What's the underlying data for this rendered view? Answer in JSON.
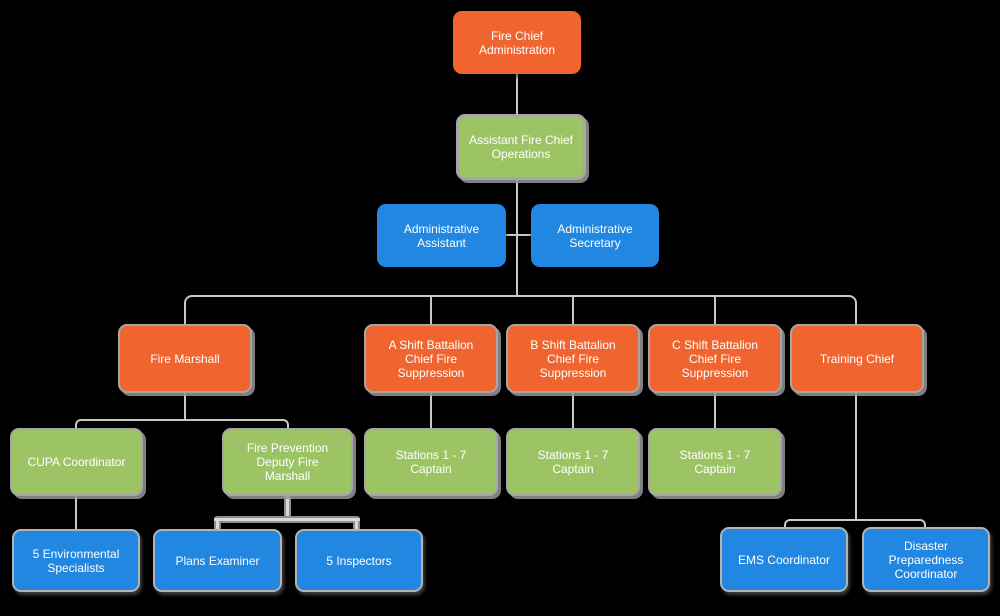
{
  "diagram": {
    "type": "org-chart",
    "background": "#000000",
    "palette": {
      "orange": "#F0652F",
      "green": "#9DC464",
      "blue": "#2187E0",
      "connector": "#C8C8C8",
      "connector_thick": "#8E8E8E",
      "node_border": "#A6A6A6",
      "text": "#FFFFFF"
    },
    "nodes": [
      {
        "id": "fire-chief",
        "label": "Fire Chief\nAdministration",
        "color": "orange",
        "reports_to": null
      },
      {
        "id": "assistant-fire-chief",
        "label": "Assistant Fire Chief\nOperations",
        "color": "green",
        "reports_to": "fire-chief"
      },
      {
        "id": "administrative-assistant",
        "label": "Administrative\nAssistant",
        "color": "blue",
        "reports_to": "assistant-fire-chief"
      },
      {
        "id": "administrative-secretary",
        "label": "Administrative\nSecretary",
        "color": "blue",
        "reports_to": "assistant-fire-chief"
      },
      {
        "id": "fire-marshall",
        "label": "Fire Marshall",
        "color": "orange",
        "reports_to": "assistant-fire-chief"
      },
      {
        "id": "a-shift-battalion-chief",
        "label": "A Shift Battalion\nChief Fire\nSuppression",
        "color": "orange",
        "reports_to": "assistant-fire-chief"
      },
      {
        "id": "b-shift-battalion-chief",
        "label": "B Shift Battalion\nChief Fire\nSuppression",
        "color": "orange",
        "reports_to": "assistant-fire-chief"
      },
      {
        "id": "c-shift-battalion-chief",
        "label": "C Shift Battalion\nChief Fire\nSuppression",
        "color": "orange",
        "reports_to": "assistant-fire-chief"
      },
      {
        "id": "training-chief",
        "label": "Training Chief",
        "color": "orange",
        "reports_to": "assistant-fire-chief"
      },
      {
        "id": "cupa-coordinator",
        "label": "CUPA Coordinator",
        "color": "green",
        "reports_to": "fire-marshall"
      },
      {
        "id": "fire-prevention-deputy-fire-marshall",
        "label": "Fire Prevention\nDeputy Fire\nMarshall",
        "color": "green",
        "reports_to": "fire-marshall"
      },
      {
        "id": "stations-1-7-captain-a",
        "label": "Stations 1 - 7\nCaptain",
        "color": "green",
        "reports_to": "a-shift-battalion-chief"
      },
      {
        "id": "stations-1-7-captain-b",
        "label": "Stations 1 - 7\nCaptain",
        "color": "green",
        "reports_to": "b-shift-battalion-chief"
      },
      {
        "id": "stations-1-7-captain-c",
        "label": "Stations 1 - 7\nCaptain",
        "color": "green",
        "reports_to": "c-shift-battalion-chief"
      },
      {
        "id": "environmental-specialists",
        "label": "5 Environmental\nSpecialists",
        "color": "blue",
        "reports_to": "cupa-coordinator"
      },
      {
        "id": "plans-examiner",
        "label": "Plans Examiner",
        "color": "blue",
        "reports_to": "fire-prevention-deputy-fire-marshall"
      },
      {
        "id": "inspectors",
        "label": "5 Inspectors",
        "color": "blue",
        "reports_to": "fire-prevention-deputy-fire-marshall"
      },
      {
        "id": "ems-coordinator",
        "label": "EMS Coordinator",
        "color": "blue",
        "reports_to": "training-chief"
      },
      {
        "id": "disaster-preparedness-coordinator",
        "label": "Disaster\nPreparedness\nCoordinator",
        "color": "blue",
        "reports_to": "training-chief"
      }
    ]
  }
}
